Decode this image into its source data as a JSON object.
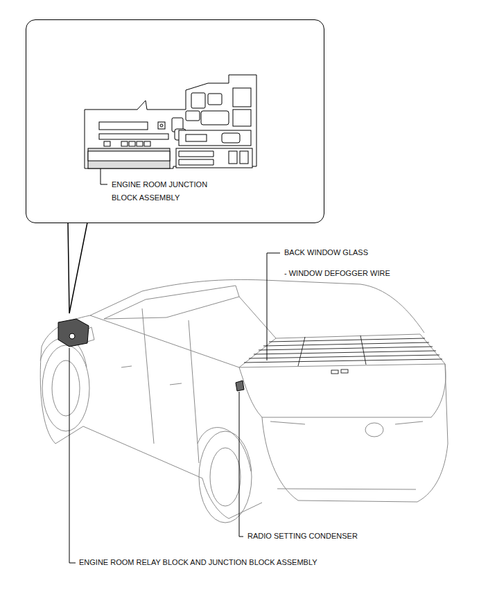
{
  "diagram": {
    "nodes": [
      {
        "text": [
          "ENGINE ROOM JUNCTION BLOCK ASSEMBLY"
        ]
      }
    ],
    "labels": [
      "BACK WINDOW GLASS",
      "- WINDOW DEFOGGER WIRE",
      "RADIO SETTING CONDENSER",
      "ENGINE ROOM RELAY BLOCK AND JUNCTION BLOCK ASSEMBLY"
    ]
  }
}
